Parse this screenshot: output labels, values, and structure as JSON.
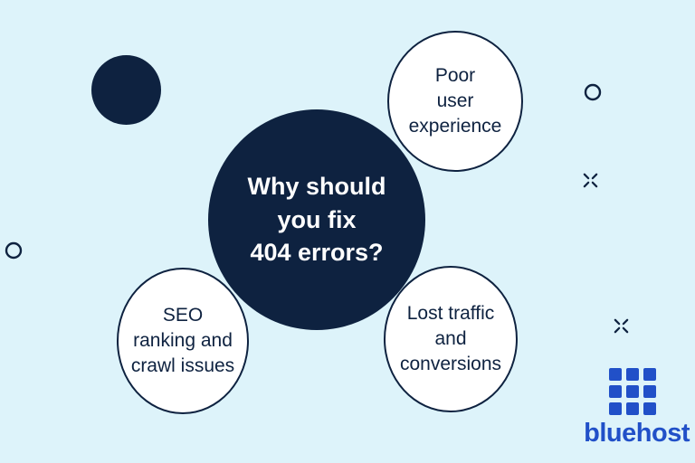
{
  "page": {
    "background_color": "#ddf3fa"
  },
  "colors": {
    "navy": "#0e2240",
    "white": "#ffffff",
    "brand_blue": "#2150c8"
  },
  "diagram": {
    "center": {
      "title": "Why should\nyou fix\n404 errors?"
    },
    "bubbles": [
      {
        "id": "poor-user-experience",
        "text": "Poor\nuser\nexperience"
      },
      {
        "id": "seo-ranking-crawl-issues",
        "text": "SEO\nranking and\ncrawl issues"
      },
      {
        "id": "lost-traffic-conversions",
        "text": "Lost traffic\nand\nconversions"
      }
    ],
    "decorations": [
      {
        "id": "filled-dot-top-left"
      },
      {
        "id": "ring-left"
      },
      {
        "id": "ring-right"
      },
      {
        "id": "sparkle-x-right-upper"
      },
      {
        "id": "sparkle-x-right-lower"
      }
    ]
  },
  "logo": {
    "wordmark": "bluehost"
  }
}
